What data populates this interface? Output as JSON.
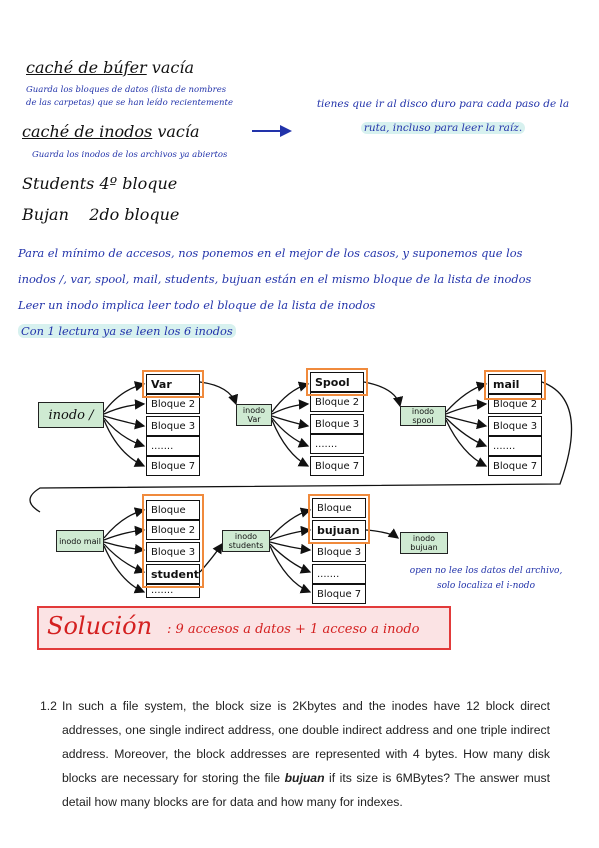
{
  "notes": {
    "buffer_cache_title": "caché de búfer",
    "buffer_cache_state": " vacía",
    "buffer_cache_desc_1": "Guarda los bloques de datos (lista de nombres",
    "buffer_cache_desc_2": "de las carpetas) que se han leído recientemente",
    "disk_note_1": "tienes que ir al disco duro para cada paso de la",
    "disk_note_2": "ruta, incluso para leer la raíz.",
    "inode_cache_title": "caché de inodos",
    "inode_cache_state": " vacía",
    "inode_cache_desc": "Guarda los inodos de los archivos ya abiertos",
    "students_line": "Students 4º bloque",
    "bujan_line_name": "Bujan",
    "bujan_line_rest": "2do bloque",
    "paragraph_1": "Para el mínimo de accesos, nos ponemos en el mejor de los casos, y suponemos que los",
    "paragraph_2": "inodos /, var, spool, mail, students, bujuan están en el mismo bloque de la lista de inodos",
    "paragraph_3": "Leer un inodo implica leer todo el bloque de la lista de inodos",
    "paragraph_4": "Con 1 lectura ya se leen los 6 inodos"
  },
  "diagram": {
    "inode_root": "inodo /",
    "inode_var": "inodo Var",
    "inode_spool": "inodo spool",
    "inode_mail": "inodo mail",
    "inode_students": "inodo students",
    "inode_bujuan": "inodo bujuan",
    "col1": [
      "Var",
      "Bloque 2",
      "Bloque 3",
      ".......",
      "Bloque 7"
    ],
    "col2": [
      "Spool",
      "Bloque 2",
      "Bloque 3",
      ".......",
      "Bloque 7"
    ],
    "col3": [
      "mail",
      "Bloque 2",
      "Bloque 3",
      ".......",
      "Bloque 7"
    ],
    "col4": [
      "Bloque",
      "Bloque 2",
      "Bloque 3",
      "students",
      "......."
    ],
    "col5": [
      "Bloque",
      "bujuan",
      "Bloque 3",
      ".......",
      "Bloque 7"
    ],
    "open_note_1": "open no lee los datos del archivo,",
    "open_note_2": "solo localiza el i-nodo"
  },
  "solution": {
    "label": "Solución",
    "text": ": 9 accesos a datos + 1 acceso a inodo"
  },
  "question": {
    "number": "1.2",
    "text_before": "In such a file system, the block size is 2Kbytes and the inodes have 12 block direct addresses, one single indirect address, one double indirect address and one triple indirect address. Moreover, the block addresses are represented with 4 bytes. How many disk blocks are necessary for storing the file ",
    "file_name": "bujuan",
    "text_after": " if its size is 6MBytes? The answer must detail how many blocks are for data and how many for indexes."
  }
}
